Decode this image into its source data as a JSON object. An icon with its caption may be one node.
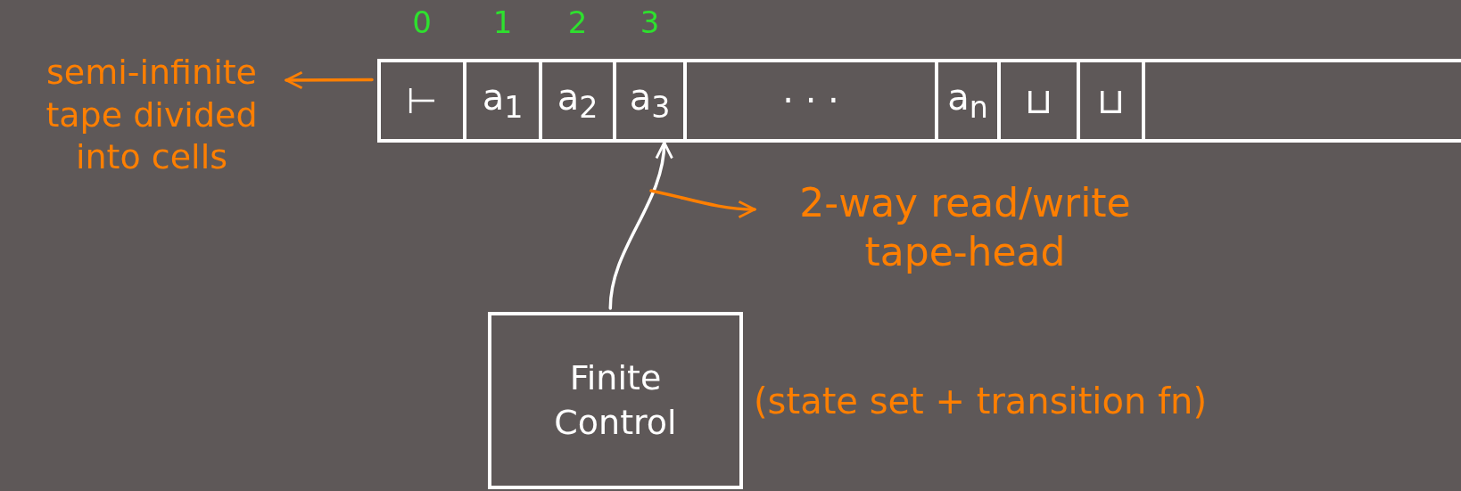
{
  "diagram": {
    "nodes": [
      {
        "text": [],
        "shape": "bar"
      },
      {
        "text": [
          "⊢"
        ],
        "in": 0,
        "beside": [
          "0"
        ]
      },
      {
        "text": [
          "a$_{1}$"
        ],
        "in": 0,
        "beside": [
          "1"
        ]
      },
      {
        "text": [
          "a$_{2}$"
        ],
        "in": 0,
        "beside": [
          "2"
        ]
      },
      {
        "text": [
          "a$_{3}$"
        ],
        "in": 0,
        "beside": [
          "3"
        ]
      },
      {
        "text": [
          "· · ·"
        ],
        "in": 0
      },
      {
        "text": [
          "a$_{n}$"
        ],
        "in": 0
      },
      {
        "text": [
          "⊔"
        ],
        "in": 0
      },
      {
        "text": [
          "⊔"
        ],
        "in": 0
      },
      {
        "text": [
          "semi-infinite tape divided into cells"
        ]
      },
      {
        "text": [
          "2-way read/write tape-head"
        ]
      },
      {
        "text": [
          "Finite Control"
        ],
        "beside": [
          "(state set + transition fn)"
        ]
      }
    ],
    "edges": [
      {
        "from": 0,
        "to": 9,
        "arrow": "to",
        "color": "#ff7f00"
      },
      {
        "from": 11,
        "to": 4,
        "arrow": "to",
        "color": "#ffffff"
      },
      {
        "from": null,
        "to": 10,
        "arrow": "to",
        "color": "#ff7f00"
      }
    ]
  }
}
